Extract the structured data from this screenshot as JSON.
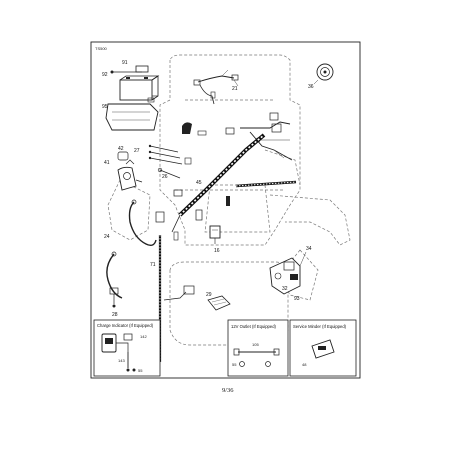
{
  "diagram": {
    "id": "TS500",
    "page_number": "9/36"
  },
  "callouts": {
    "c91": "91",
    "c92": "92",
    "c95": "95",
    "c21": "21",
    "c36": "36",
    "c41": "41",
    "c27": "27",
    "c26": "26",
    "c45": "45",
    "c24": "24",
    "c71": "71",
    "c16": "16",
    "c34": "34",
    "c32": "32",
    "c93": "93",
    "c28": "28",
    "c29": "29",
    "c42": "42"
  },
  "insets": {
    "charge": {
      "title": "Charge Indicator (If Equipped)",
      "n1": "142",
      "n2": "143",
      "n3": "55"
    },
    "outlet": {
      "title": "12V Outlet (If Equipped)",
      "n1": "105",
      "n2": "55"
    },
    "service": {
      "title": "Service Minder (If Equipped)",
      "n1": "48"
    }
  }
}
